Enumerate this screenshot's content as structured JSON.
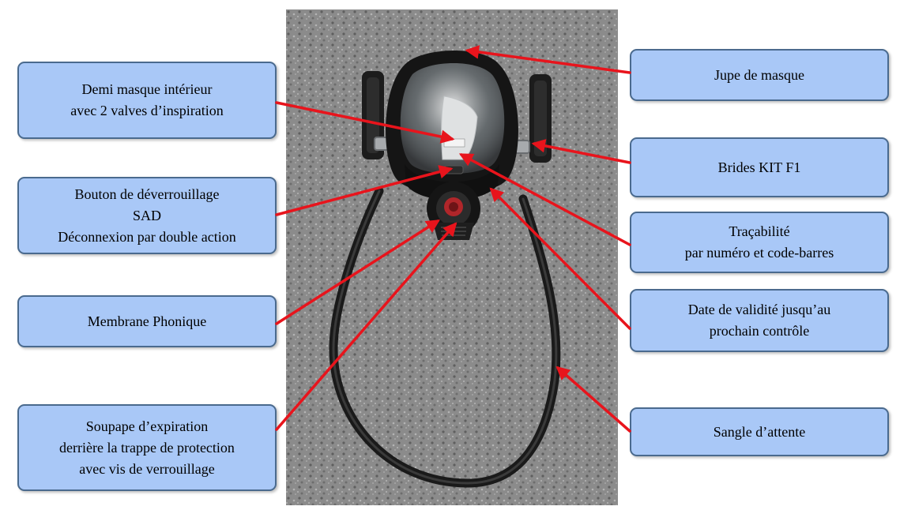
{
  "diagram": {
    "callout_color": "#e8141c",
    "box_fill": "#a9c8f7",
    "box_border": "#4a6a8e",
    "labels": {
      "demi_masque": [
        "Demi masque intérieur",
        "avec 2 valves d’inspiration"
      ],
      "bouton_deverrouillage": [
        "Bouton de déverrouillage",
        "SAD",
        "Déconnexion par double action"
      ],
      "membrane_phonique": [
        "Membrane Phonique"
      ],
      "soupape_expiration": [
        "Soupape d’expiration",
        "derrière la trappe de protection",
        "avec vis de verrouillage"
      ],
      "jupe_masque": [
        "Jupe de masque"
      ],
      "brides_kit": [
        "Brides KIT F1"
      ],
      "tracabilite": [
        "Traçabilité",
        "par numéro et code-barres"
      ],
      "date_validite": [
        "Date de validité jusqu’au",
        "prochain contrôle"
      ],
      "sangle_attente": [
        "Sangle d’attente"
      ]
    }
  }
}
